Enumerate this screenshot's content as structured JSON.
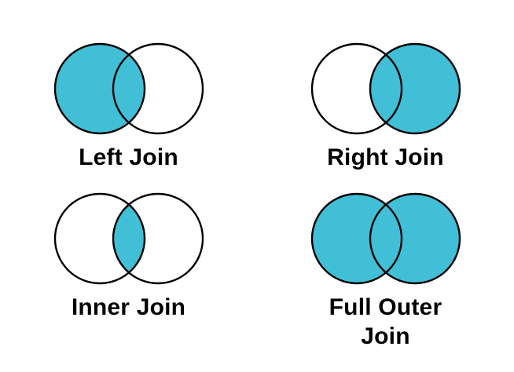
{
  "page": {
    "background": "#ffffff",
    "description": "SQL join types illustrated as Venn diagrams"
  },
  "colors": {
    "highlight": "#41bfd6",
    "outline": "#000000",
    "label_text": "#000000"
  },
  "diagrams": [
    {
      "id": "left-join",
      "label": "Left Join",
      "highlight": "left"
    },
    {
      "id": "right-join",
      "label": "Right Join",
      "highlight": "right"
    },
    {
      "id": "inner-join",
      "label": "Inner Join",
      "highlight": "intersection"
    },
    {
      "id": "full-outer-join",
      "label": "Full Outer\nJoin",
      "highlight": "both"
    }
  ]
}
